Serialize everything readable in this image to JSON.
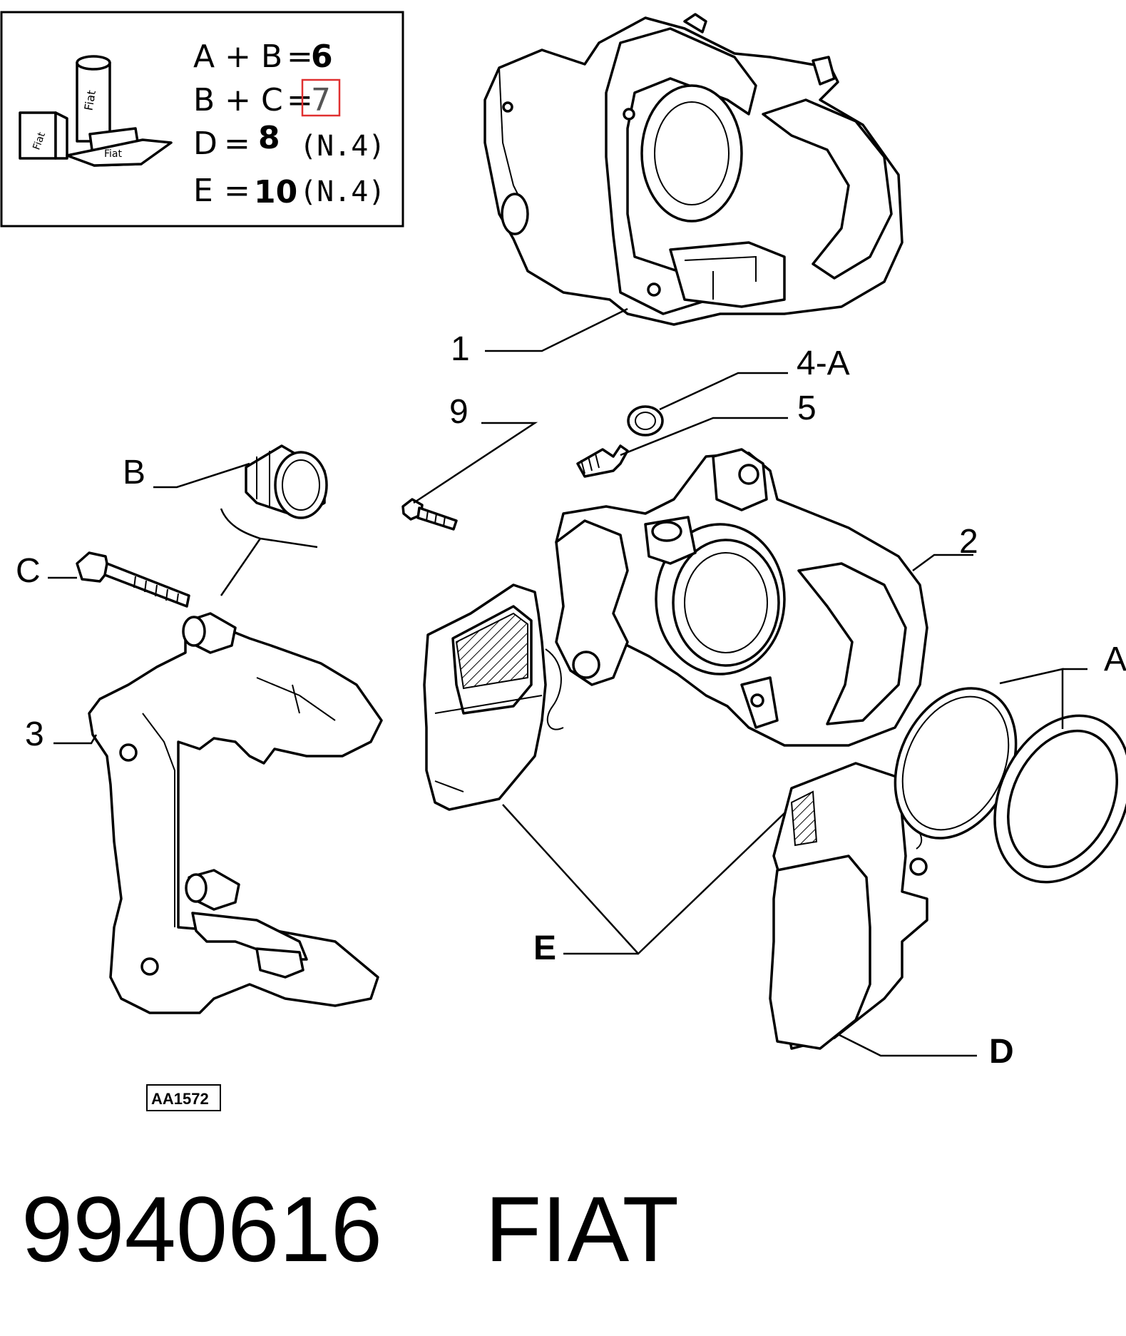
{
  "legend": {
    "line1_left": "A + B",
    "line1_eq": "=",
    "line1_value": "6",
    "line2_left": "B + C",
    "line2_eq": "=",
    "line2_value": "7",
    "line3_left": "D",
    "line3_eq": "=",
    "line3_value": "8",
    "line3_qty": "(N.4)",
    "line4_left": "E",
    "line4_eq": "=",
    "line4_value": "10",
    "line4_qty": "(N.4)",
    "icon_text": "Fiat",
    "highlight_color": "#e03030"
  },
  "callouts": {
    "c1": "1",
    "c2": "2",
    "c3": "3",
    "c4a": "4-A",
    "c5": "5",
    "c9": "9",
    "cA": "A",
    "cB": "B",
    "cC": "C",
    "cD": "D",
    "cE": "E"
  },
  "drawing_code": "AA1572",
  "footer": {
    "part_number": "9940616",
    "brand": "FIAT"
  }
}
